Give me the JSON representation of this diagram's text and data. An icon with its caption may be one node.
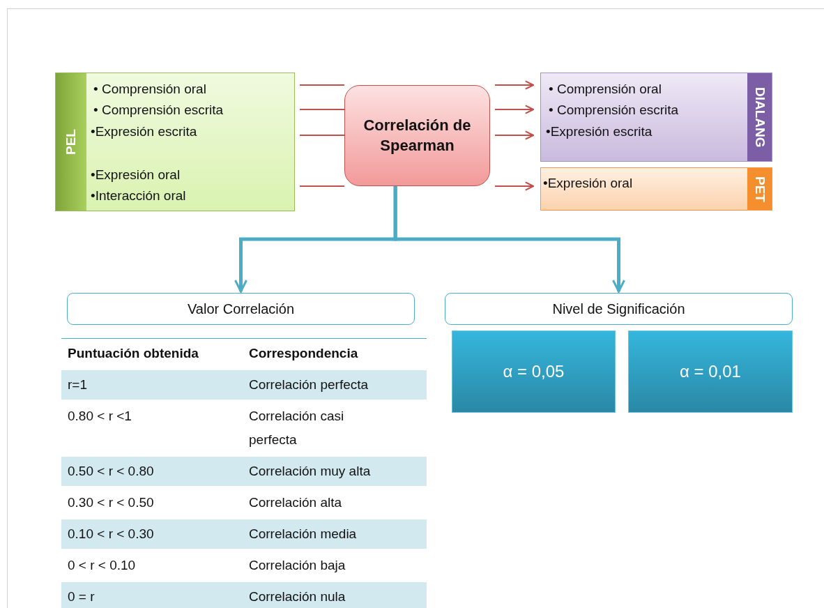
{
  "diagram": {
    "nodes": [
      {
        "text": [
          "PEL",
          "• Comprensión oral",
          "• Comprensión escrita",
          "•Expresión escrita",
          "•Expresión oral",
          "•Interacción oral"
        ]
      },
      {
        "text": [
          "Correlación de Spearman"
        ]
      },
      {
        "text": [
          "DIALANG",
          "• Comprensión oral",
          "• Comprensión escrita",
          "•Expresión escrita"
        ]
      },
      {
        "text": [
          "PET",
          "•Expresión oral"
        ]
      },
      {
        "text": [
          "Valor Correlación"
        ]
      },
      {
        "text": [
          "Nivel de Significación"
        ]
      },
      {
        "text": [
          "α = 0,05"
        ]
      },
      {
        "text": [
          "α = 0,01"
        ]
      }
    ],
    "edges": [
      {
        "from": 0,
        "to": 1,
        "arrow": "none"
      },
      {
        "from": 0,
        "to": 1,
        "arrow": "none"
      },
      {
        "from": 0,
        "to": 1,
        "arrow": "none"
      },
      {
        "from": 0,
        "to": 1,
        "arrow": "none"
      },
      {
        "from": 1,
        "to": 2,
        "arrow": "to"
      },
      {
        "from": 1,
        "to": 2,
        "arrow": "to"
      },
      {
        "from": 1,
        "to": 2,
        "arrow": "to"
      },
      {
        "from": 1,
        "to": 3,
        "arrow": "to"
      },
      {
        "from": 1,
        "to": 4,
        "arrow": "to",
        "style": "thick",
        "color": "#4bacc6"
      },
      {
        "from": 1,
        "to": 5,
        "arrow": "to",
        "style": "thick",
        "color": "#4bacc6"
      }
    ],
    "labels": [
      "Puntuación obtenida",
      "Correspondencia",
      "r=1",
      "Correlación perfecta",
      "0.80 <  r <1",
      "Correlación casi perfecta",
      "0.50 < r < 0.80",
      "Correlación muy alta",
      "0.30 < r < 0.50",
      "Correlación alta",
      "0.10 < r < 0.30",
      "Correlación media",
      "0 < r < 0.10",
      "Correlación baja",
      "0 = r",
      "Correlación nula"
    ]
  }
}
